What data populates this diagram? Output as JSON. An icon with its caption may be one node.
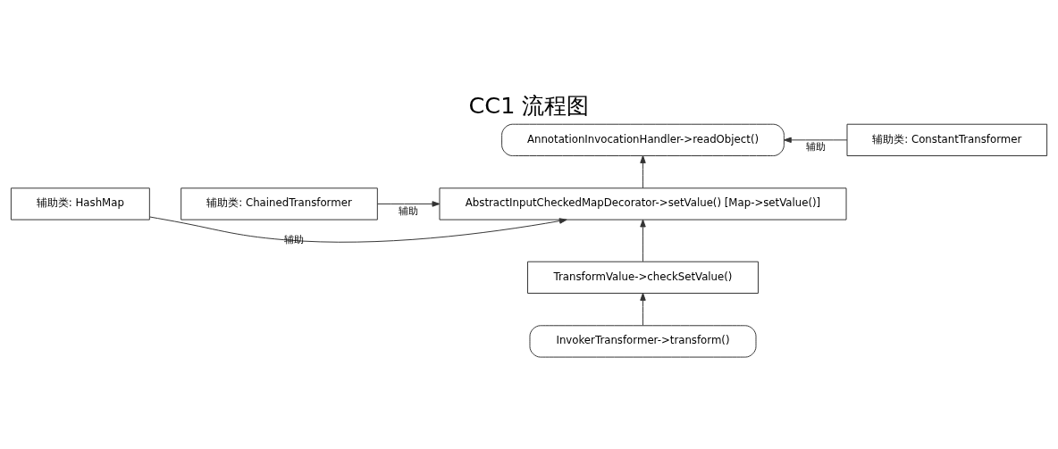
{
  "diagram": {
    "title": "CC1 流程图",
    "nodes": [
      {
        "text": [
          "AnnotationInvocationHandler->readObject()"
        ]
      },
      {
        "text": [
          "辅助类: ConstantTransformer"
        ]
      },
      {
        "text": [
          "辅助类: HashMap"
        ]
      },
      {
        "text": [
          "AbstractInputCheckedMapDecorator->setValue() [Map->setValue()]"
        ]
      },
      {
        "text": [
          "辅助类: ChainedTransformer"
        ]
      },
      {
        "text": [
          "TransformValue->checkSetValue()"
        ]
      },
      {
        "text": [
          "InvokerTransformer->transform()"
        ]
      }
    ],
    "edges": [
      {
        "from": 1,
        "to": 0,
        "arrow": "to",
        "label": "辅助"
      },
      {
        "from": 2,
        "to": 3,
        "arrow": "to",
        "label": "辅助"
      },
      {
        "from": 4,
        "to": 3,
        "arrow": "to",
        "label": "辅助"
      },
      {
        "from": 3,
        "to": 0,
        "arrow": "to"
      },
      {
        "from": 5,
        "to": 3,
        "arrow": "to"
      },
      {
        "from": 6,
        "to": 5,
        "arrow": "to"
      }
    ]
  }
}
